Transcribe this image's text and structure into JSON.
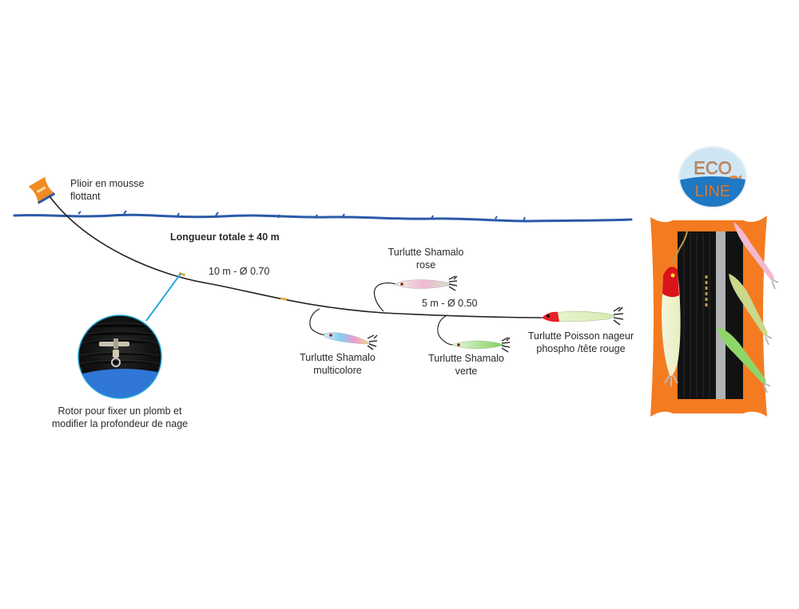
{
  "labels": {
    "float": [
      "Plioir en mousse",
      "flottant"
    ],
    "total_length": "Longueur totale ± 40 m",
    "main_line": "10 m - Ø 0.70",
    "branch_line": "5 m - Ø 0.50",
    "lure_rose": [
      "Turlutte Shamalo",
      "rose"
    ],
    "lure_multi": [
      "Turlutte Shamalo",
      "multicolore"
    ],
    "lure_verte": [
      "Turlutte Shamalo",
      "verte"
    ],
    "lure_poisson": [
      "Turlutte Poisson nageur",
      "phospho /tête rouge"
    ],
    "rotor": [
      "Rotor pour fixer un plomb et",
      "modifier la profondeur de nage"
    ]
  },
  "logo": {
    "line1": "ECO",
    "line2": "LINE"
  },
  "colors": {
    "water": "#2b5aa8",
    "float": "#f08a24",
    "line": "#222222",
    "connector": "#27a7d8",
    "reel": "#f47b20",
    "logo_sky": "#cfe6f5",
    "logo_sea": "#1f78c4",
    "logo_text": "#e0884a"
  }
}
